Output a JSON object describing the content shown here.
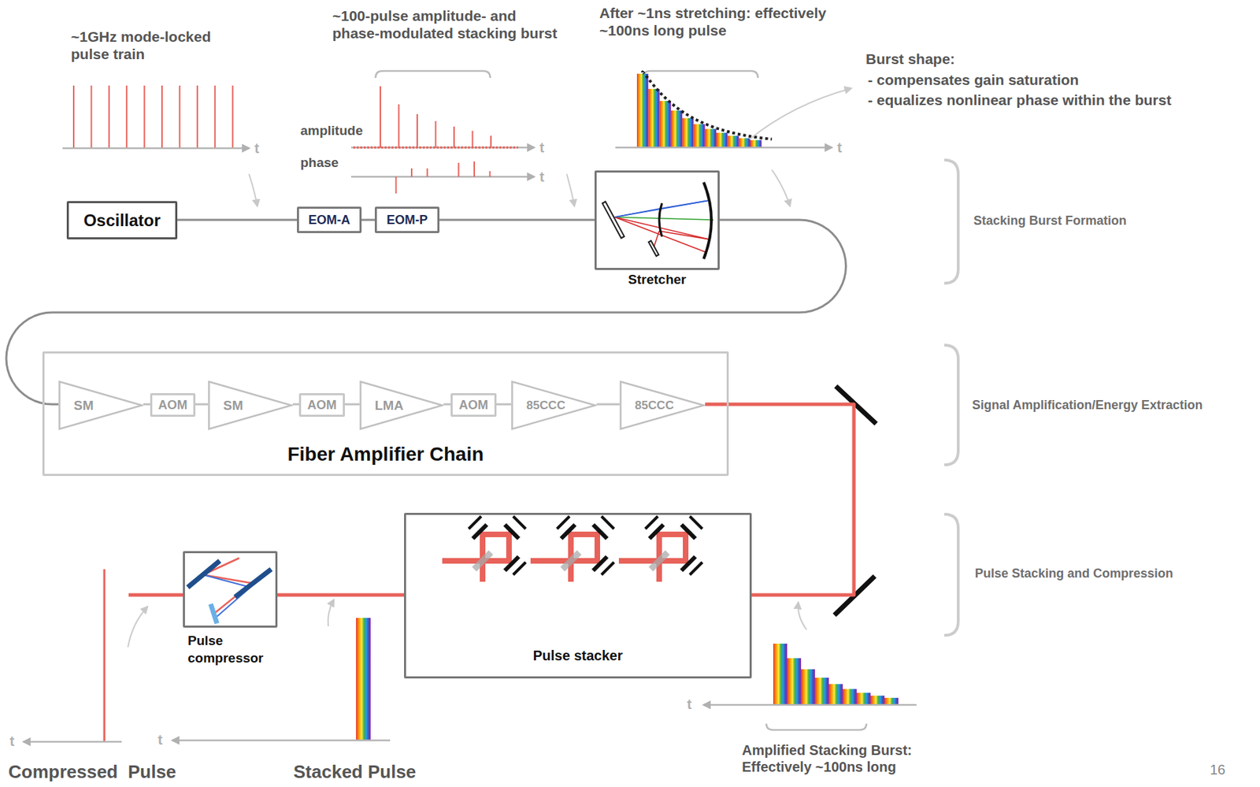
{
  "diagram": {
    "nodes": [
      {
        "text": [
          "Oscillator"
        ]
      },
      {
        "text": [
          "EOM-A"
        ]
      },
      {
        "text": [
          "EOM-P"
        ]
      },
      {
        "text": [
          "Stretcher"
        ]
      },
      {
        "text": [
          "Fiber Amplifier Chain"
        ]
      },
      {
        "text": [
          "SM"
        ],
        "in": 4
      },
      {
        "text": [
          "AOM"
        ],
        "in": 4
      },
      {
        "text": [
          "SM"
        ],
        "in": 4
      },
      {
        "text": [
          "AOM"
        ],
        "in": 4
      },
      {
        "text": [
          "LMA"
        ],
        "in": 4
      },
      {
        "text": [
          "AOM"
        ],
        "in": 4
      },
      {
        "text": [
          "85CCC"
        ],
        "in": 4
      },
      {
        "text": [
          "85CCC"
        ],
        "in": 4
      },
      {
        "text": [
          "Pulse stacker"
        ]
      },
      {
        "text": [
          "Pulse compressor"
        ]
      }
    ],
    "edges": [
      {
        "from": 0,
        "to": 1,
        "arrow": "none"
      },
      {
        "from": 1,
        "to": 2,
        "arrow": "none"
      },
      {
        "from": 2,
        "to": 3,
        "arrow": "none"
      },
      {
        "from": 3,
        "to": 5,
        "arrow": "none"
      },
      {
        "from": 5,
        "to": 6,
        "arrow": "none"
      },
      {
        "from": 6,
        "to": 7,
        "arrow": "none"
      },
      {
        "from": 7,
        "to": 8,
        "arrow": "none"
      },
      {
        "from": 8,
        "to": 9,
        "arrow": "none"
      },
      {
        "from": 9,
        "to": 10,
        "arrow": "none"
      },
      {
        "from": 10,
        "to": 11,
        "arrow": "none"
      },
      {
        "from": 11,
        "to": 12,
        "arrow": "none"
      },
      {
        "from": 12,
        "to": 13,
        "arrow": "none"
      },
      {
        "from": 13,
        "to": 14,
        "arrow": "none"
      }
    ],
    "labels": [
      "~1GHz mode-locked pulse train",
      "~100-pulse amplitude- and phase-modulated stacking burst",
      "amplitude",
      "t",
      "t",
      "phase",
      "t",
      "After ~1ns stretching: effectively ~100ns long pulse",
      "t",
      "Burst shape:",
      "- compensates gain saturation",
      "- equalizes nonlinear phase within the burst",
      "Stacking Burst Formation",
      "Signal Amplification/Energy Extraction",
      "Pulse Stacking and Compression",
      "t",
      "Amplified Stacking Burst: Effectively ~100ns long",
      "t",
      "Stacked Pulse",
      "t",
      "Compressed  Pulse",
      "16"
    ]
  }
}
